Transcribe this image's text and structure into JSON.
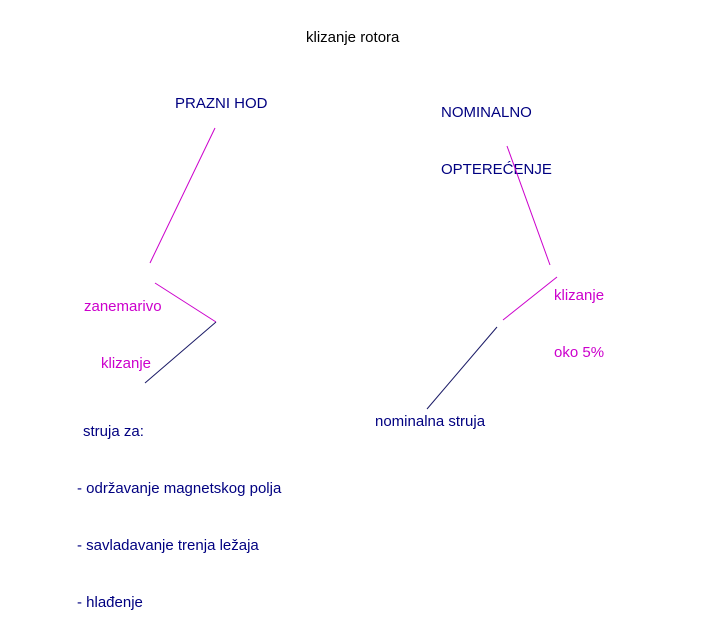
{
  "title": "klizanje rotora",
  "left_branch": {
    "heading": "PRAZNI HOD",
    "slip_label_line1": "zanemarivo",
    "slip_label_line2": "klizanje",
    "current_heading": "struja za:",
    "current_items": [
      "- održavanje magnetskog polja",
      "- savladavanje trenja ležaja",
      "- hlađenje"
    ]
  },
  "right_branch": {
    "heading_line1": "NOMINALNO",
    "heading_line2": "OPTEREĆENJE",
    "slip_label_line1": "klizanje",
    "slip_label_line2": "oko 5%",
    "current_label": "nominalna struja"
  },
  "colors": {
    "text": "#000080",
    "slip_text": "#cc00cc",
    "magenta_line": "#cc00cc",
    "navy_line": "#1a1a66"
  }
}
